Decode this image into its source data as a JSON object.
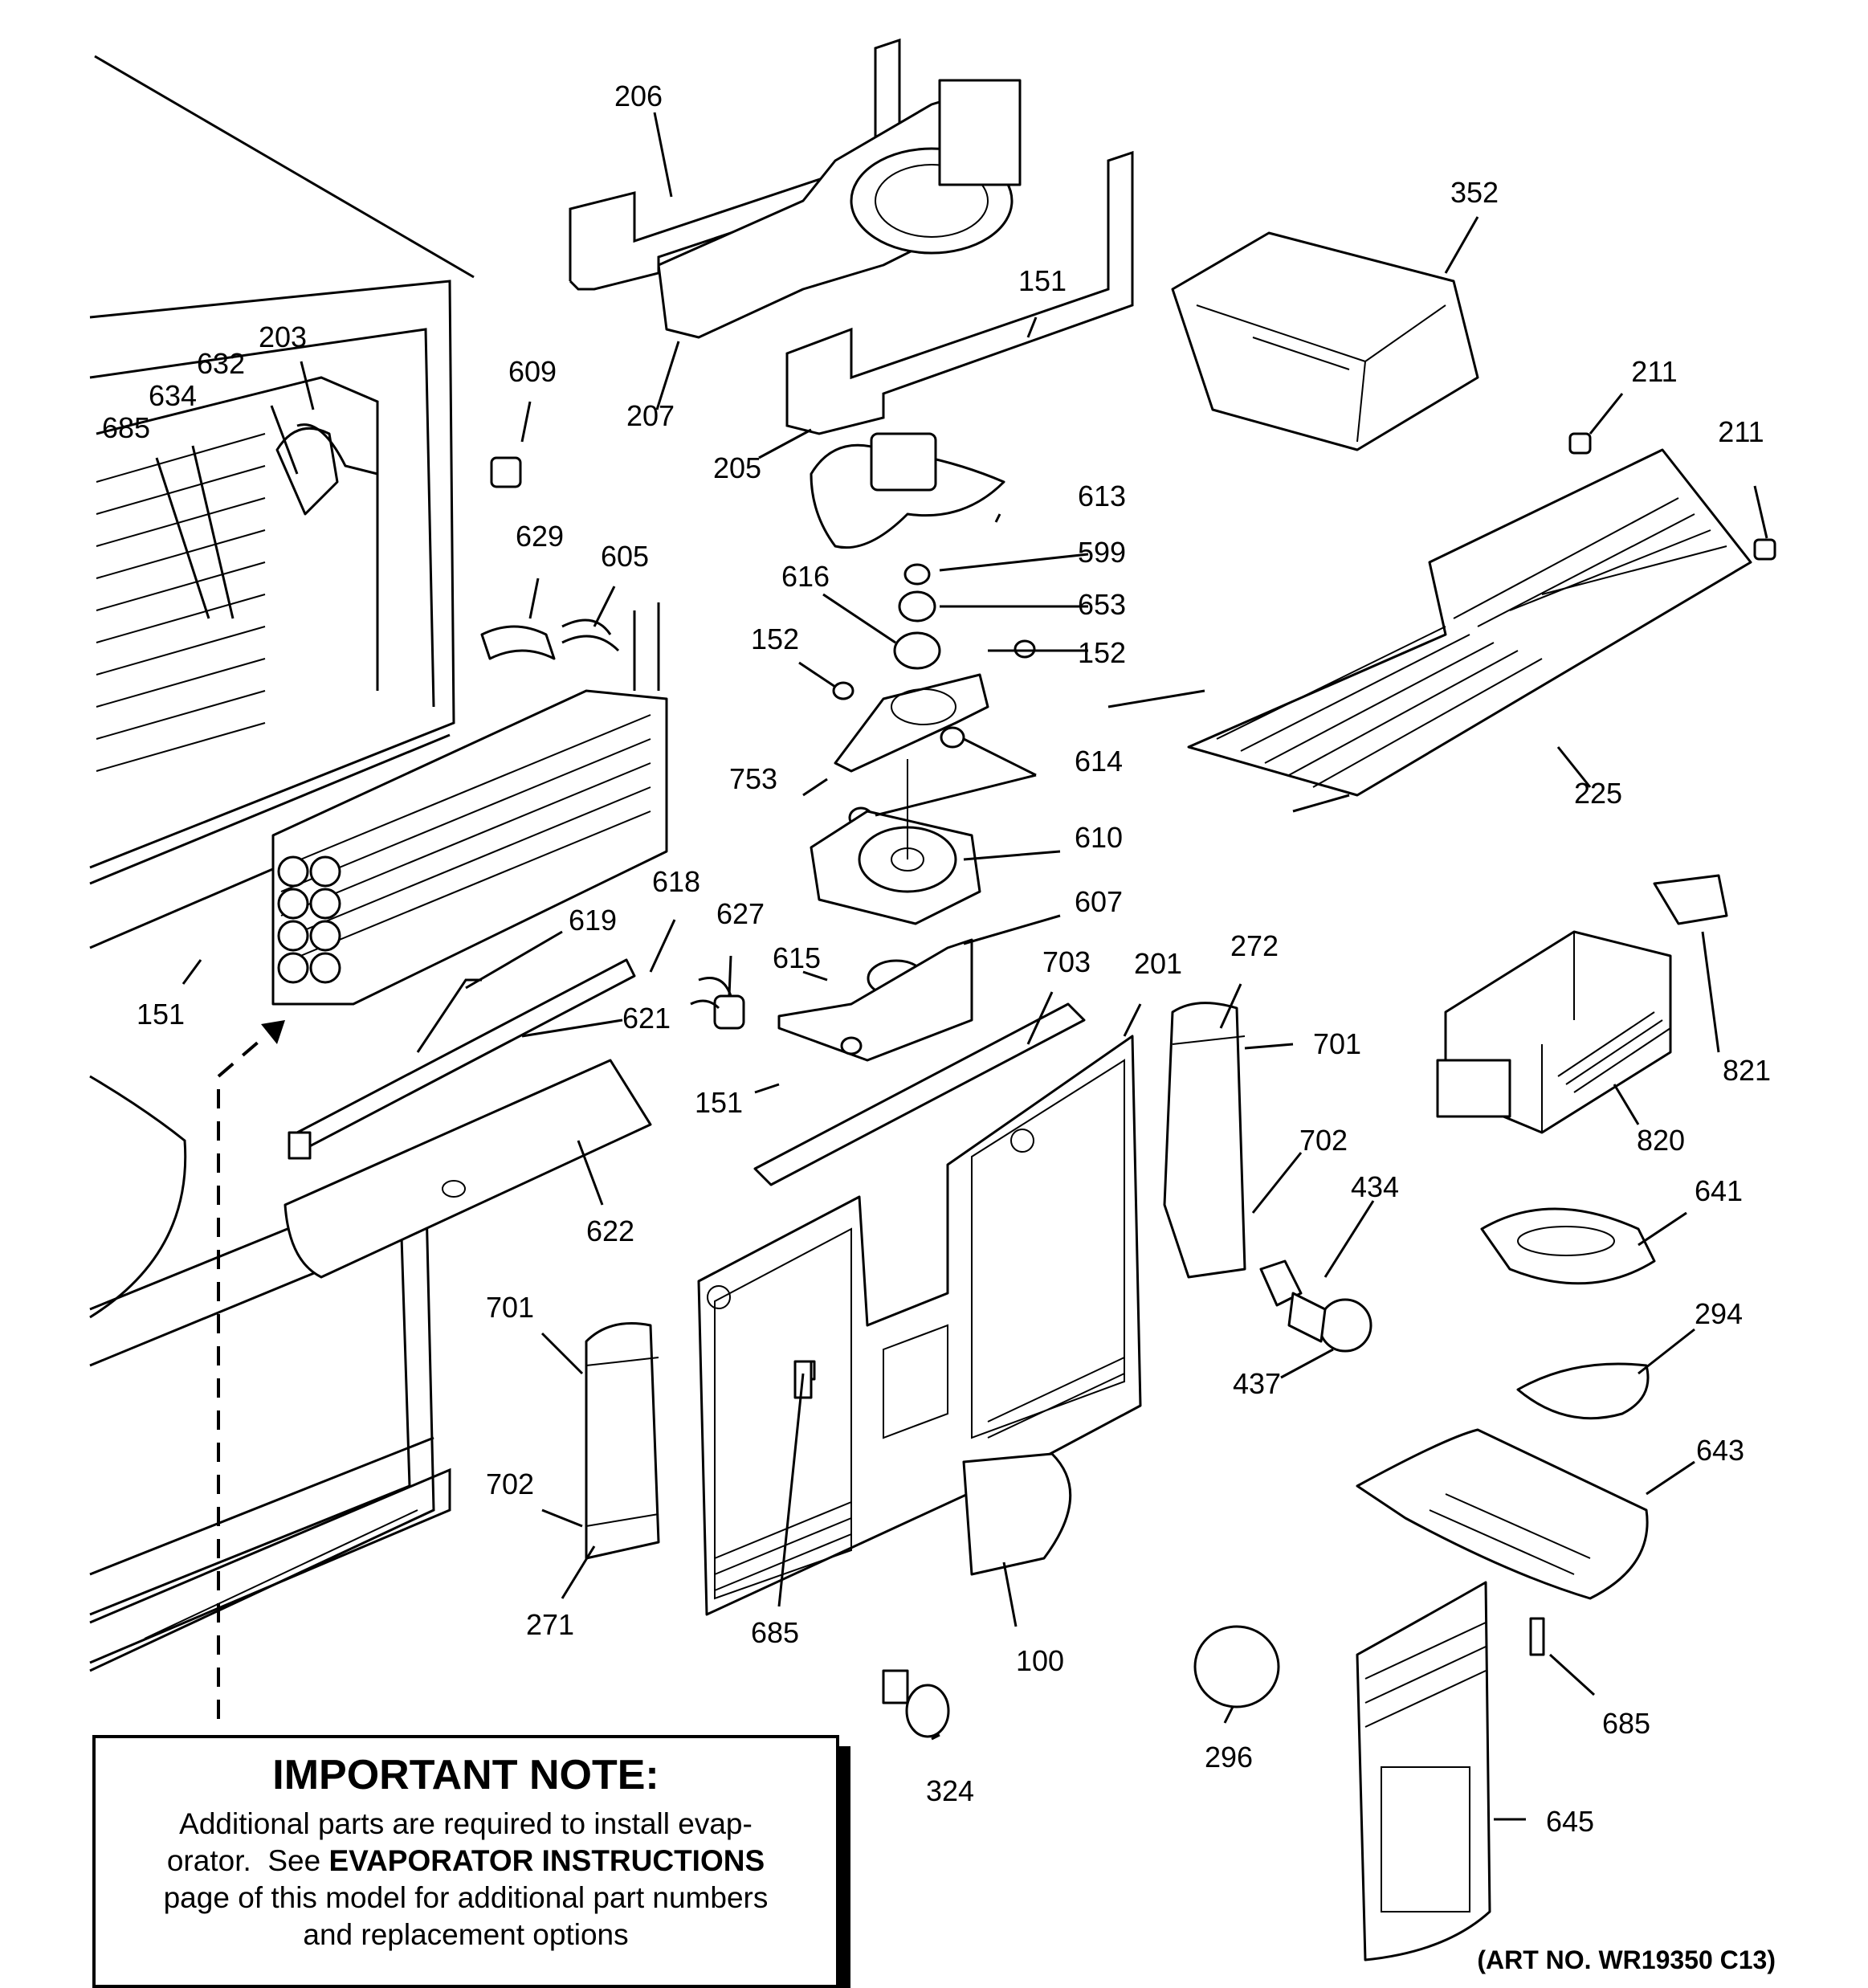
{
  "callouts": [
    {
      "id": "c206",
      "text": "206"
    },
    {
      "id": "c207",
      "text": "207"
    },
    {
      "id": "c205",
      "text": "205"
    },
    {
      "id": "c151a",
      "text": "151"
    },
    {
      "id": "c352",
      "text": "352"
    },
    {
      "id": "c211a",
      "text": "211"
    },
    {
      "id": "c211b",
      "text": "211"
    },
    {
      "id": "c203",
      "text": "203"
    },
    {
      "id": "c632",
      "text": "632"
    },
    {
      "id": "c634",
      "text": "634"
    },
    {
      "id": "c685a",
      "text": "685"
    },
    {
      "id": "c609",
      "text": "609"
    },
    {
      "id": "c613",
      "text": "613"
    },
    {
      "id": "c599",
      "text": "599"
    },
    {
      "id": "c616",
      "text": "616"
    },
    {
      "id": "c653",
      "text": "653"
    },
    {
      "id": "c152a",
      "text": "152"
    },
    {
      "id": "c152b",
      "text": "152"
    },
    {
      "id": "c629",
      "text": "629"
    },
    {
      "id": "c605",
      "text": "605"
    },
    {
      "id": "c753",
      "text": "753"
    },
    {
      "id": "c614",
      "text": "614"
    },
    {
      "id": "c225",
      "text": "225"
    },
    {
      "id": "c610",
      "text": "610"
    },
    {
      "id": "c618",
      "text": "618"
    },
    {
      "id": "c627",
      "text": "627"
    },
    {
      "id": "c607",
      "text": "607"
    },
    {
      "id": "c619",
      "text": "619"
    },
    {
      "id": "c615",
      "text": "615"
    },
    {
      "id": "c703",
      "text": "703"
    },
    {
      "id": "c201",
      "text": "201"
    },
    {
      "id": "c272",
      "text": "272"
    },
    {
      "id": "c151b",
      "text": "151"
    },
    {
      "id": "c621",
      "text": "621"
    },
    {
      "id": "c701a",
      "text": "701"
    },
    {
      "id": "c821",
      "text": "821"
    },
    {
      "id": "c151c",
      "text": "151"
    },
    {
      "id": "c820",
      "text": "820"
    },
    {
      "id": "c702a",
      "text": "702"
    },
    {
      "id": "c622",
      "text": "622"
    },
    {
      "id": "c434",
      "text": "434"
    },
    {
      "id": "c641",
      "text": "641"
    },
    {
      "id": "c701b",
      "text": "701"
    },
    {
      "id": "c294",
      "text": "294"
    },
    {
      "id": "c437",
      "text": "437"
    },
    {
      "id": "c643",
      "text": "643"
    },
    {
      "id": "c702b",
      "text": "702"
    },
    {
      "id": "c271",
      "text": "271"
    },
    {
      "id": "c685b",
      "text": "685"
    },
    {
      "id": "c100",
      "text": "100"
    },
    {
      "id": "c685c",
      "text": "685"
    },
    {
      "id": "c296",
      "text": "296"
    },
    {
      "id": "c324",
      "text": "324"
    },
    {
      "id": "c645",
      "text": "645"
    }
  ],
  "note": {
    "title": "IMPORTANT NOTE:",
    "line1": "Additional parts are required to install evap-",
    "line2_prefix": "orator.  See ",
    "line2_bold": "EVAPORATOR INSTRUCTIONS",
    "line3": "page of this model for additional part numbers",
    "line4": "and replacement options"
  },
  "art_number": "(ART NO. WR19350 C13)"
}
